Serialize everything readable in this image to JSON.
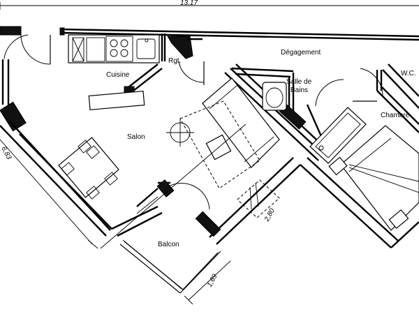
{
  "rooms": {
    "degagement": "Dégagement",
    "cuisine": "Cuisine",
    "rgt": "Rgt.",
    "salle_de_bains_line1": "Salle de",
    "salle_de_bains_line2": "Bains",
    "wc": "W.C.",
    "chambre": "Chambre",
    "salon": "Salon",
    "balcon": "Balcon"
  },
  "dimensions": {
    "total_width": "13,17",
    "left_wall": "6,83",
    "salon_diagonal": "2,80",
    "balcon_depth": "1,69"
  }
}
